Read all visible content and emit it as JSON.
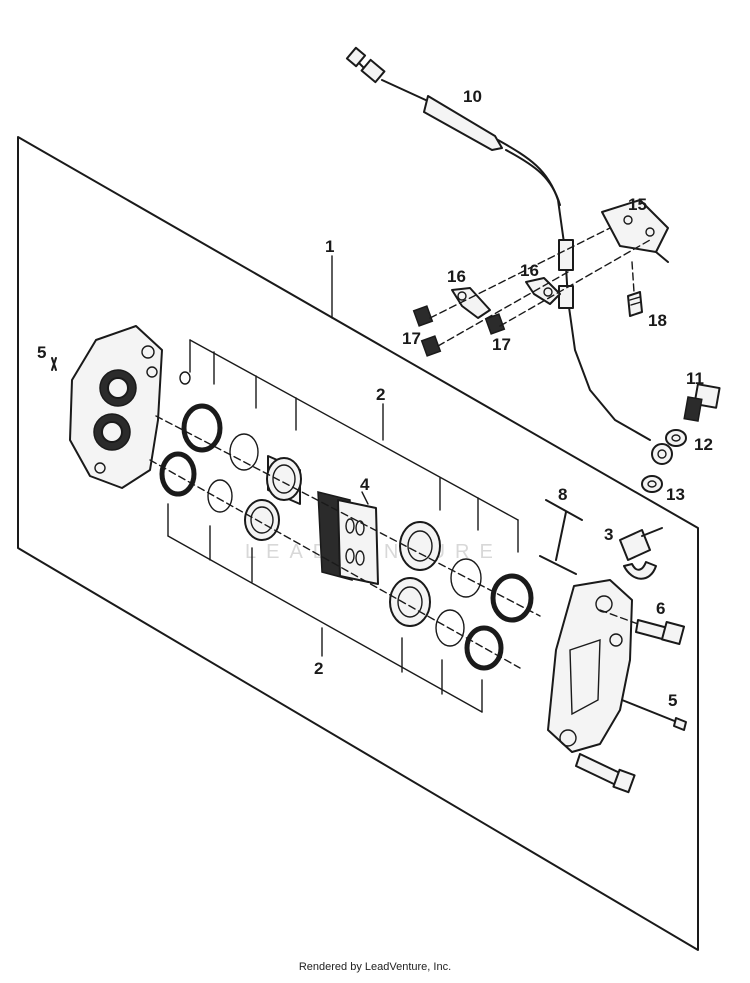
{
  "callouts": {
    "c1": "1",
    "c2a": "2",
    "c2b": "2",
    "c3": "3",
    "c4": "4",
    "c5a": "5",
    "c5b": "5",
    "c6": "6",
    "c8": "8",
    "c10": "10",
    "c11": "11",
    "c12": "12",
    "c13": "13",
    "c15": "15",
    "c16a": "16",
    "c16b": "16",
    "c17a": "17",
    "c17b": "17",
    "c18": "18"
  },
  "watermark": "LEADVENTURE",
  "footer": "Rendered by LeadVenture, Inc."
}
